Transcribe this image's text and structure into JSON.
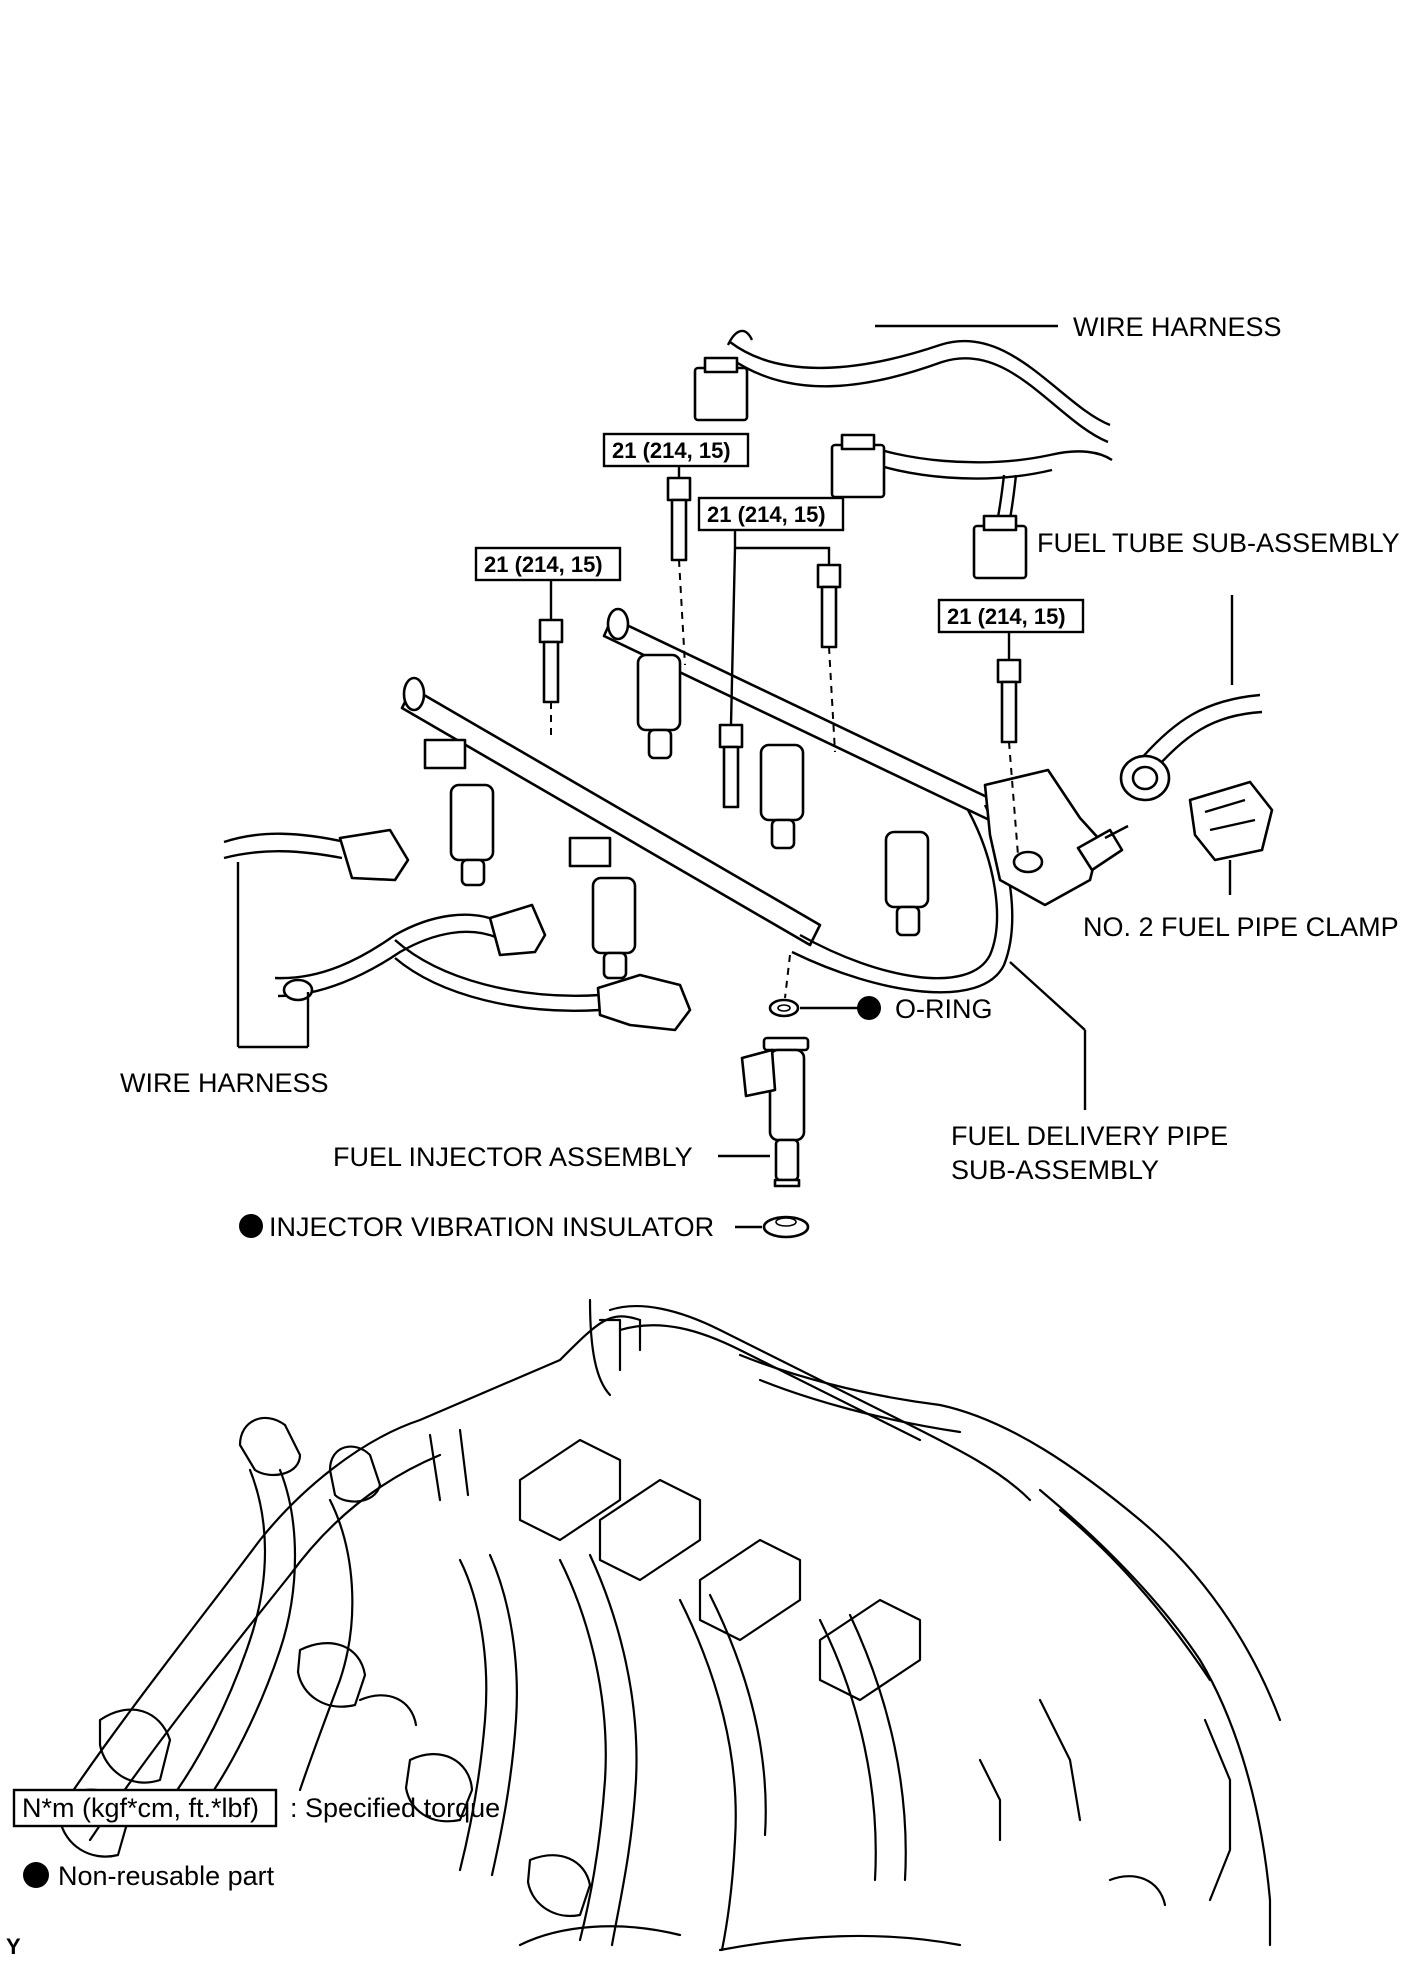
{
  "labels": {
    "wire_harness_top": "WIRE HARNESS",
    "fuel_tube": "FUEL TUBE SUB-ASSEMBLY",
    "no2_clamp": "NO. 2 FUEL PIPE CLAMP",
    "o_ring": "O-RING",
    "wire_harness_left": "WIRE HARNESS",
    "fuel_delivery_1": "FUEL DELIVERY PIPE",
    "fuel_delivery_2": "SUB-ASSEMBLY",
    "fuel_injector": "FUEL INJECTOR ASSEMBLY",
    "insulator": "INJECTOR VIBRATION INSULATOR"
  },
  "torque": {
    "t1": "21 (214, 15)",
    "t2": "21 (214, 15)",
    "t3": "21 (214, 15)",
    "t4": "21 (214, 15)"
  },
  "legend": {
    "torque_box": "N*m (kgf*cm, ft.*lbf)",
    "torque_text": ": Specified torque",
    "nonreusable_text": "Non-reusable part"
  },
  "corner_mark": "Y"
}
